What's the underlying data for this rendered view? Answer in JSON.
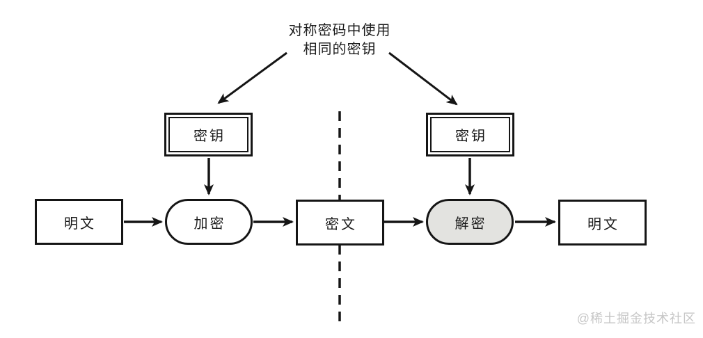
{
  "diagram": {
    "title_line1": "对称密码中使用",
    "title_line2": "相同的密钥",
    "nodes": {
      "plaintext_left": "明文",
      "encrypt": "加密",
      "ciphertext": "密文",
      "decrypt": "解密",
      "plaintext_right": "明文",
      "key_left": "密钥",
      "key_right": "密钥"
    },
    "watermark": "@稀土掘金技术社区",
    "colors": {
      "ink": "#151515",
      "decrypt_fill": "#e3e3e0",
      "watermark": "#c6c6c6",
      "background": "#ffffff"
    }
  }
}
